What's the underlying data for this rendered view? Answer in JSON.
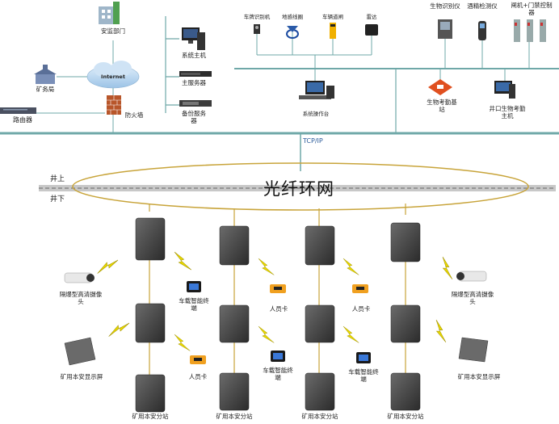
{
  "top_left": {
    "supervision": "安监部门",
    "internet": "Internet",
    "mine_bureau": "矿务局",
    "firewall": "防火墙",
    "router": "路由器"
  },
  "servers": {
    "system_host": "系统主机",
    "main_server": "主服务器",
    "backup_server": "备份服务器"
  },
  "top_devices": {
    "plate_reader": "车牌识别机",
    "ground_coil": "地感线圈",
    "barrier_gate": "车辆道闸",
    "radar": "雷达",
    "bio_reader": "生物识别仪",
    "alcohol_tester": "酒精检测仪",
    "gate_access": "闸机+门禁控制器",
    "operator_console": "系统操作台",
    "bio_base_station": "生物考勤基站",
    "well_bio_host": "井口生物考勤主机"
  },
  "network": {
    "protocol": "TCP/IP",
    "ring": "光纤环网",
    "above_ground": "井上",
    "below_ground": "井下"
  },
  "underground": {
    "explosion_camera": "隔爆型高清摄像头",
    "vehicle_terminal": "车载智能终端",
    "personnel_card": "人员卡",
    "mine_display": "矿用本安显示屏",
    "substation": "矿用本安分站"
  },
  "colors": {
    "network_line": "#6fa8a8",
    "ring": "#c8a43a",
    "device_dark": "#3a3a3a",
    "card_orange": "#f0a020",
    "bolt_yellow": "#e8d800"
  }
}
